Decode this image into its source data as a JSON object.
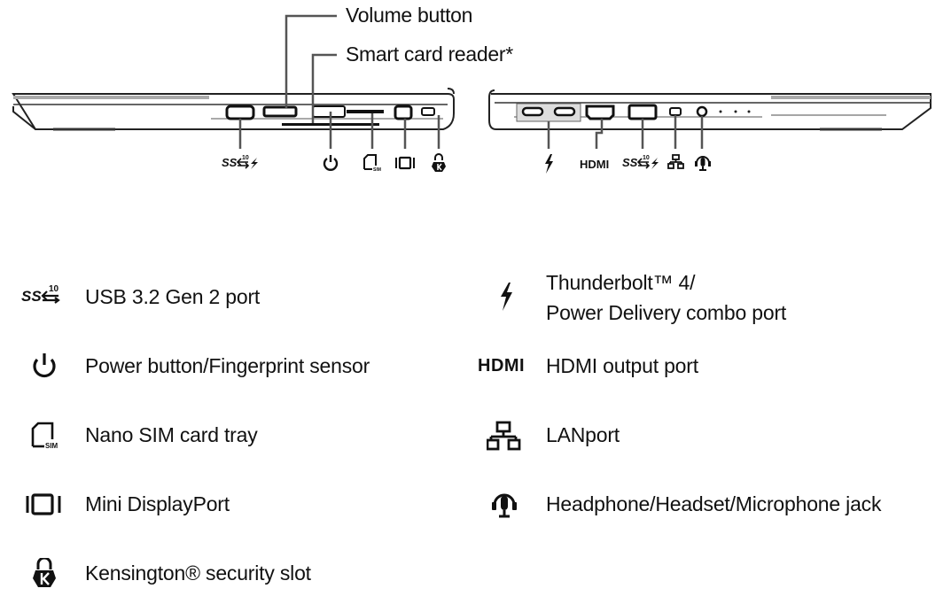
{
  "callouts": {
    "volume_button": "Volume button",
    "smart_card_reader": "Smart card reader*"
  },
  "port_icons_right_side": [
    "usb-ss10-pd-icon",
    "power-icon",
    "sim-icon",
    "mini-displayport-icon",
    "kensington-icon"
  ],
  "port_icons_left_side": [
    "thunderbolt-icon",
    "hdmi-icon",
    "usb-ss10-pd-icon",
    "lan-icon",
    "headset-icon"
  ],
  "icon_labels": {
    "hdmi": "HDMI",
    "ss10_superscript": "10",
    "sim": "SIM"
  },
  "legend": {
    "left": [
      {
        "icon": "usb-ss10-icon",
        "label": "USB 3.2 Gen 2 port"
      },
      {
        "icon": "power-icon",
        "label": "Power button/Fingerprint sensor"
      },
      {
        "icon": "sim-icon",
        "label": "Nano SIM card tray"
      },
      {
        "icon": "mini-displayport-icon",
        "label": "Mini DisplayPort"
      },
      {
        "icon": "kensington-icon",
        "label": "Kensington® security slot"
      }
    ],
    "right": [
      {
        "icon": "thunderbolt-icon",
        "label_line1": "Thunderbolt™ 4/",
        "label_line2": "Power Delivery combo port"
      },
      {
        "icon": "hdmi-icon",
        "label": "HDMI output port"
      },
      {
        "icon": "lan-icon",
        "label": "LANport"
      },
      {
        "icon": "headset-icon",
        "label": "Headphone/Headset/Microphone jack"
      }
    ]
  }
}
